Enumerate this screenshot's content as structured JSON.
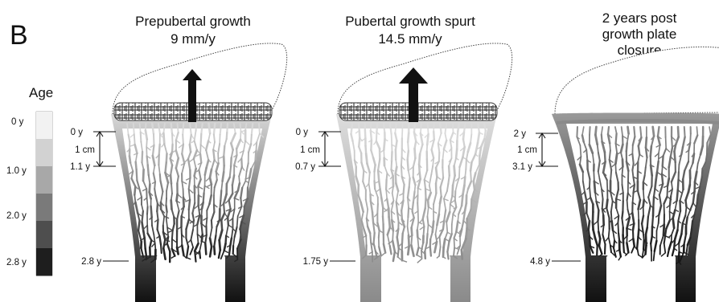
{
  "panel_label": "B",
  "legend": {
    "title": "Age",
    "ticks": [
      "0 y",
      "1.0 y",
      "2.0 y",
      "2.8 y"
    ],
    "gradient": [
      "#f2f2f2",
      "#d2d2d2",
      "#a8a8a8",
      "#7a7a7a",
      "#4e4e4e",
      "#1e1e1e"
    ]
  },
  "bones": [
    {
      "title_lines": [
        "Prepubertal growth",
        "9 mm/y"
      ],
      "label_top": "0 y",
      "label_mid": "1.1 y",
      "label_bottom": "2.8 y",
      "scale_label": "1 cm",
      "shaft_color": "#141414",
      "fill_top": "#d8d8d8",
      "fill_bottom": "#1a1a1a",
      "arrow": "thin"
    },
    {
      "title_lines": [
        "Pubertal growth spurt",
        "14.5 mm/y"
      ],
      "label_top": "0 y",
      "label_mid": "0.7 y",
      "label_bottom": "1.75 y",
      "scale_label": "1 cm",
      "shaft_color": "#8e8e8e",
      "fill_top": "#dcdcdc",
      "fill_bottom": "#8a8a8a",
      "arrow": "thick"
    },
    {
      "title_lines": [
        "2 years post",
        "growth plate",
        "closure"
      ],
      "label_top": "2 y",
      "label_mid": "3.1 y",
      "label_bottom": "4.8 y",
      "scale_label": "1 cm",
      "shaft_color": "#141414",
      "fill_top": "#8a8a8a",
      "fill_bottom": "#141414",
      "arrow": "none"
    }
  ]
}
